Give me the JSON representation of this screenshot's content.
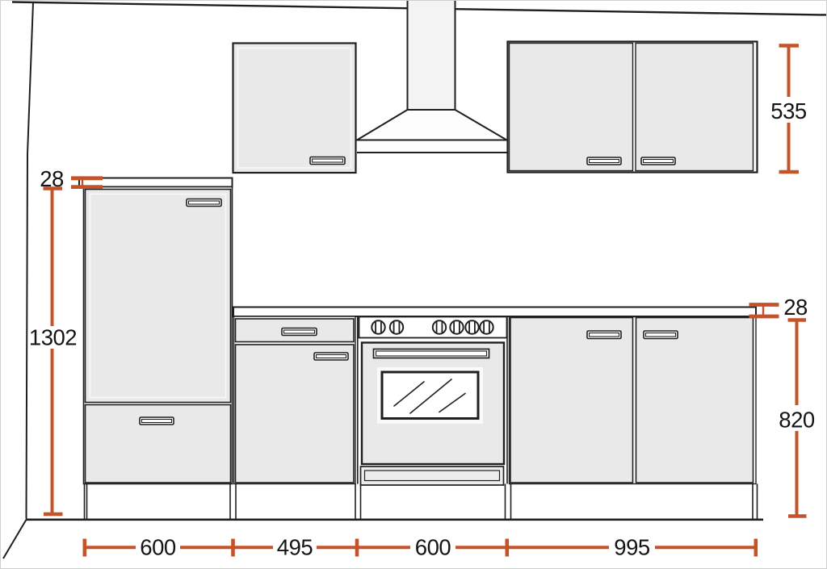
{
  "diagram": {
    "type": "kitchen elevation technical drawing",
    "units": "mm",
    "colors": {
      "dimension_accent": "#c5532a",
      "outline": "#1f1f1f",
      "front_fill": "#e9e9e9",
      "background": "#ffffff"
    },
    "dimensions": {
      "tall_unit_top_thickness": "28",
      "tall_unit_height": "1302",
      "wall_units_height": "535",
      "worktop_thickness": "28",
      "base_units_height": "820",
      "unit_widths": [
        "600",
        "495",
        "600",
        "995"
      ]
    }
  }
}
